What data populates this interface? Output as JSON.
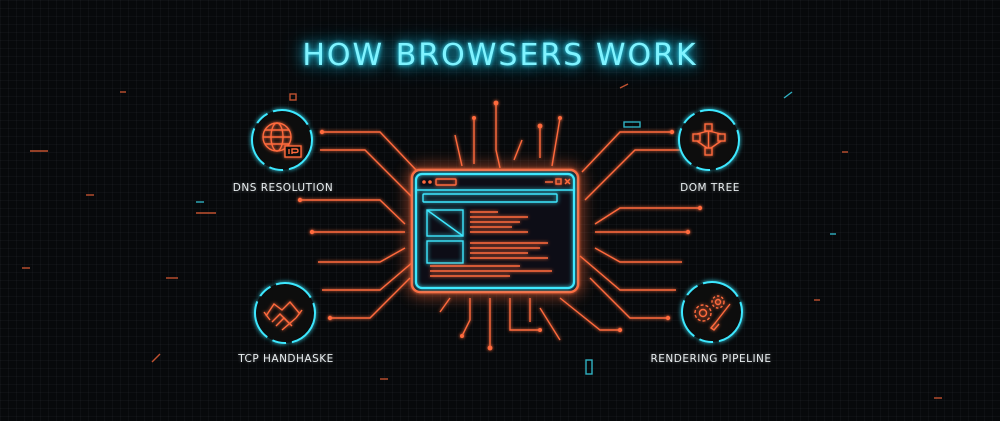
{
  "title": "HOW BROWSERS WORK",
  "nodes": [
    {
      "id": "dns",
      "label": "DNS RESOLUTION",
      "icon": "globe-ip-icon"
    },
    {
      "id": "dom",
      "label": "DOM TREE",
      "icon": "tree-nodes-icon"
    },
    {
      "id": "tcp",
      "label": "TCP HANDHASKE",
      "icon": "handshake-icon"
    },
    {
      "id": "render",
      "label": "RENDERING PIPELINE",
      "icon": "gears-brush-icon"
    }
  ],
  "center": {
    "icon": "browser-window-icon"
  },
  "colors": {
    "cyan": "#3ee8ff",
    "orange": "#ff6a3d",
    "background": "#07090b",
    "label": "#e8eef0"
  }
}
